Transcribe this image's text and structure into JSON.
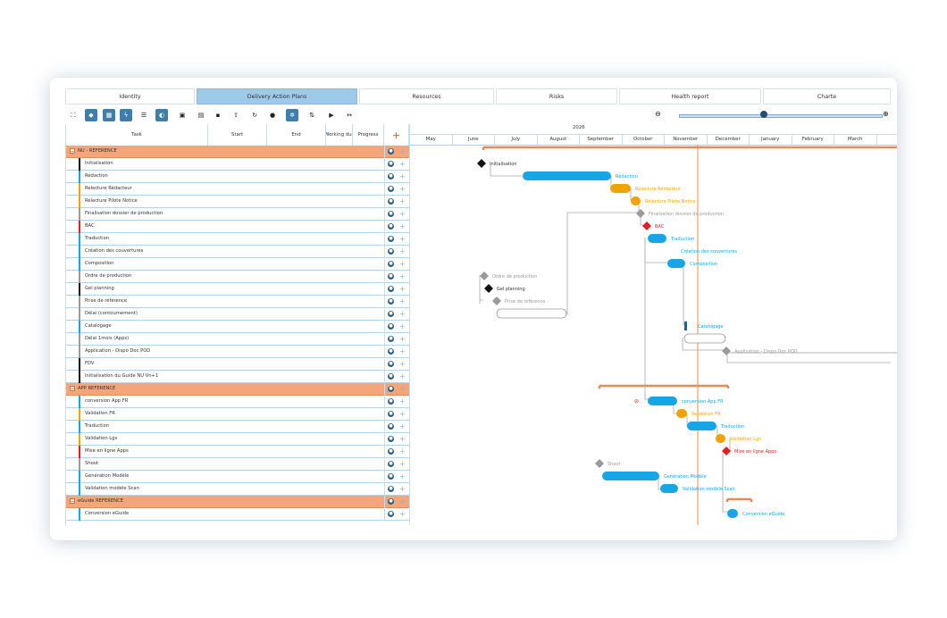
{
  "tabs": [
    "Identity",
    "Delivery Action Plans",
    "Resources",
    "Risks",
    "Health report",
    "Charte"
  ],
  "active_tab": "Delivery Action Plans",
  "grid": {
    "headers": {
      "task": "Task",
      "start": "Start",
      "end": "End",
      "working": "Working dur",
      "progress": "Progress",
      "add": "+"
    },
    "rows": [
      {
        "name": "NU - REFERENCE",
        "group": true
      },
      {
        "name": "Initialisation",
        "color": "#111111"
      },
      {
        "name": "Rédaction",
        "color": "#16a6e6"
      },
      {
        "name": "Relecture Rédacteur",
        "color": "#f0a400"
      },
      {
        "name": "Relecture Pilote Notice",
        "color": "#f0a400"
      },
      {
        "name": "Finalisation dossier de production",
        "color": "#9a9a9a"
      },
      {
        "name": "BAC",
        "color": "#e02020"
      },
      {
        "name": "Traduction",
        "color": "#16a6e6"
      },
      {
        "name": "Création des couvertures",
        "color": "#16a6e6"
      },
      {
        "name": "Composition",
        "color": "#16a6e6"
      },
      {
        "name": "Ordre de production",
        "color": "#9a9a9a"
      },
      {
        "name": "Gel planning",
        "color": "#111111"
      },
      {
        "name": "Prise de référence",
        "color": "#9a9a9a"
      },
      {
        "name": "Délai (contournement)",
        "color": "#9a9a9a"
      },
      {
        "name": "Catalogage",
        "color": "#16a6e6"
      },
      {
        "name": "Délai 1mois (Apps)",
        "color": "#9a9a9a"
      },
      {
        "name": "Application - Dispo Doc POD",
        "color": "#9a9a9a"
      },
      {
        "name": "FDV",
        "color": "#111111"
      },
      {
        "name": "Initialisation du Guide NU Vn+1",
        "color": "#111111"
      },
      {
        "name": "APP REFERENCE",
        "group": true
      },
      {
        "name": "conversion App FR",
        "color": "#16a6e6"
      },
      {
        "name": "Validation FR",
        "color": "#f0a400"
      },
      {
        "name": "Traduction",
        "color": "#16a6e6"
      },
      {
        "name": "Validation Lgs",
        "color": "#f0a400"
      },
      {
        "name": "Mise en ligne Apps",
        "color": "#e02020"
      },
      {
        "name": "Shoot",
        "color": "#9a9a9a"
      },
      {
        "name": "Génération Modèle",
        "color": "#16a6e6"
      },
      {
        "name": "Validation modèle Scan",
        "color": "#16a6e6"
      },
      {
        "name": "eGuide REFERENCE",
        "group": true
      },
      {
        "name": "Conversion eGuide",
        "color": "#16a6e6"
      }
    ]
  },
  "timeline": {
    "year": "2026",
    "months": [
      "May",
      "June",
      "July",
      "August",
      "September",
      "October",
      "November",
      "December",
      "January",
      "February",
      "March"
    ]
  },
  "gantt": {
    "labels": {
      "initialisation": "Initialisation",
      "redaction": "Rédaction",
      "relecture_redacteur": "Relecture Rédacteur",
      "relecture_pilote": "Relecture Pilote Notice",
      "finalisation": "Finalisation dossier de production",
      "bac": "BAC",
      "traduction": "Traduction",
      "couvertures": "Création des couvertures",
      "composition": "Composition",
      "ordre": "Ordre de production",
      "gel": "Gel planning",
      "prise": "Prise de référence",
      "catalogage": "Catalogage",
      "app_dispo": "Application - Dispo Doc POD",
      "conversion_app": "conversion App FR",
      "validation_fr": "Validation FR",
      "traduction2": "Traduction",
      "validation_lgs": "Validation Lgs",
      "mise_en_ligne": "Mise en ligne Apps",
      "shoot": "Shoot",
      "generation": "Génération Modèle",
      "validation_scan": "Validation modèle Scan",
      "conversion_eguide": "Conversion eGuide"
    },
    "colors": {
      "blue": "#16a6e6",
      "orange": "#f0a400",
      "red": "#e02020",
      "grey": "#9a9a9a",
      "black": "#111111",
      "group": "#e88a55",
      "today": "#f0a060"
    }
  }
}
